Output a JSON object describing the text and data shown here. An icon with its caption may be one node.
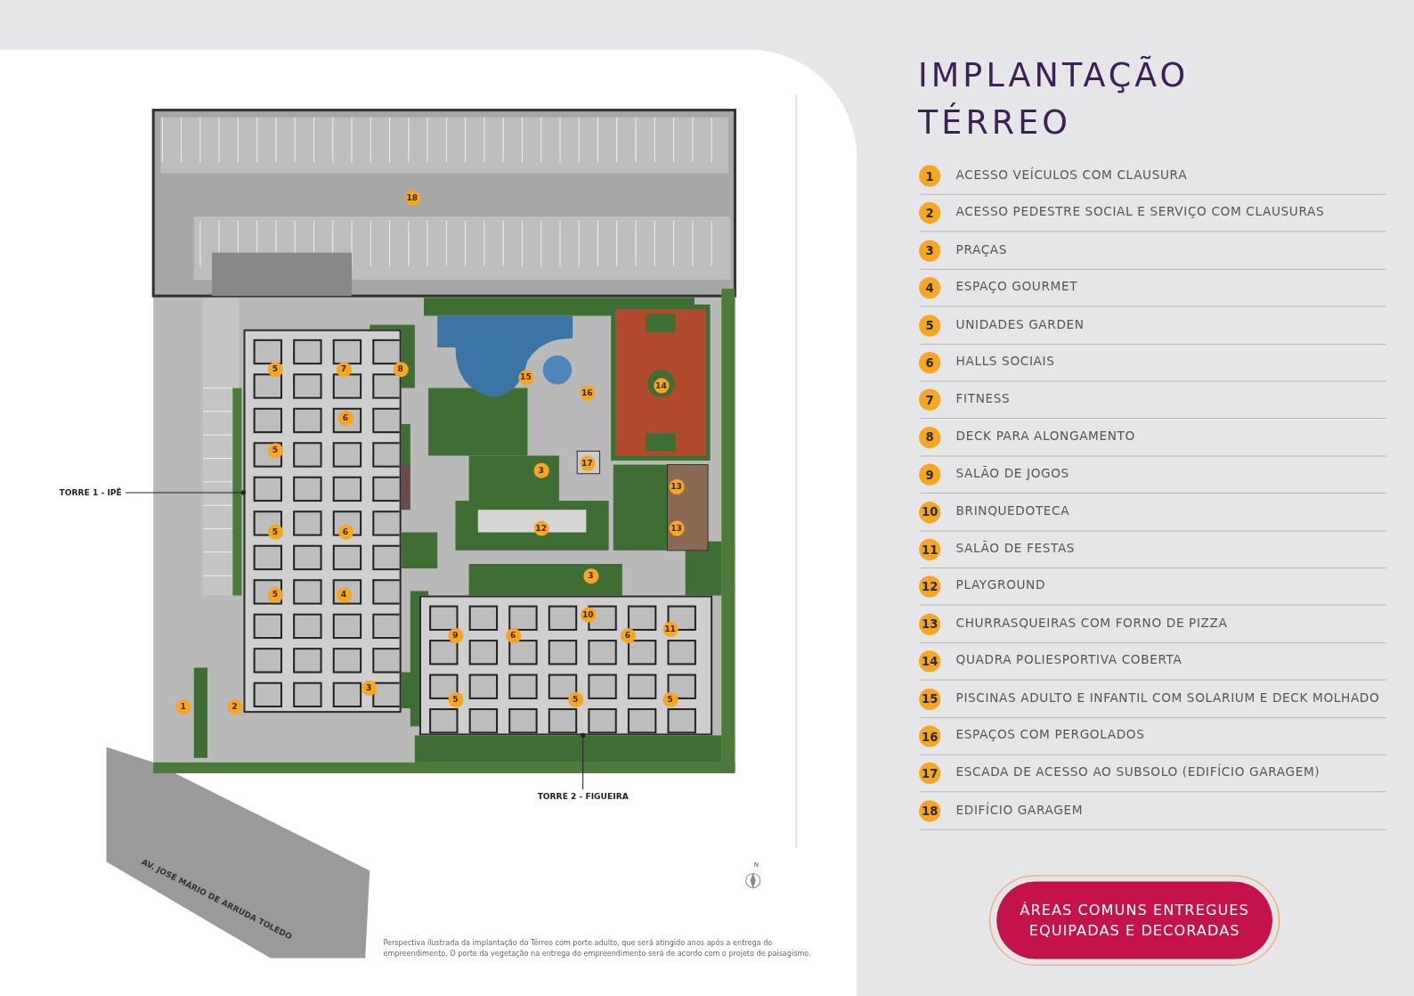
{
  "diagram": {
    "title": "IMPLANTAÇÃO TÉRREO",
    "nodes": [
      {
        "text": [
          "TORRE 1 - IPÊ"
        ]
      },
      {
        "text": [],
        "shape": "box"
      },
      {
        "text": [
          "TORRE 2 - FIGUEIRA"
        ]
      },
      {
        "text": [],
        "shape": "box"
      },
      {
        "text": [
          "ÁREAS COMUNS ENTREGUES EQUIPADAS E DECORADAS"
        ]
      }
    ],
    "edges": [
      {
        "from": 0,
        "to": 1,
        "arrow": "other"
      },
      {
        "from": 2,
        "to": 3,
        "arrow": "other"
      }
    ],
    "labels": [
      "18",
      "5",
      "7",
      "8",
      "15",
      "14",
      "16",
      "6",
      "5",
      "17",
      "3",
      "13",
      "12",
      "13",
      "5",
      "6",
      "3",
      "5",
      "4",
      "10",
      "11",
      "9",
      "6",
      "6",
      "3",
      "1",
      "2",
      "5",
      "5",
      "5",
      "AV. JOSÉ MÁRIO DE ARRUDA TOLEDO",
      "N",
      "1",
      "ACESSO VEÍCULOS COM CLAUSURA",
      "2",
      "ACESSO PEDESTRE SOCIAL E SERVIÇO COM CLAUSURAS",
      "3",
      "PRAÇAS",
      "4",
      "ESPAÇO GOURMET",
      "5",
      "UNIDADES GARDEN",
      "6",
      "HALLS SOCIAIS",
      "7",
      "FITNESS",
      "8",
      "DECK PARA ALONGAMENTO",
      "9",
      "SALÃO DE JOGOS",
      "10",
      "BRINQUEDOTECA",
      "11",
      "SALÃO DE FESTAS",
      "12",
      "PLAYGROUND",
      "13",
      "CHURRASQUEIRAS COM FORNO DE PIZZA",
      "14",
      "QUADRA POLIESPORTIVA COBERTA",
      "15",
      "PISCINAS ADULTO E INFANTIL COM SOLARIUM E DECK MOLHADO",
      "16",
      "ESPAÇOS COM PERGOLADOS",
      "17",
      "ESCADA DE ACESSO AO SUBSOLO (EDIFÍCIO GARAGEM)",
      "18",
      "EDIFÍCIO GARAGEM",
      "Perspectiva ilustrada da implantação do Térreo com porte adulto, que será atingido anos após a entrega do empreendimento. O porte da vegetação na entrega do empreendimento será de acordo com o projeto de paisagismo."
    ]
  }
}
